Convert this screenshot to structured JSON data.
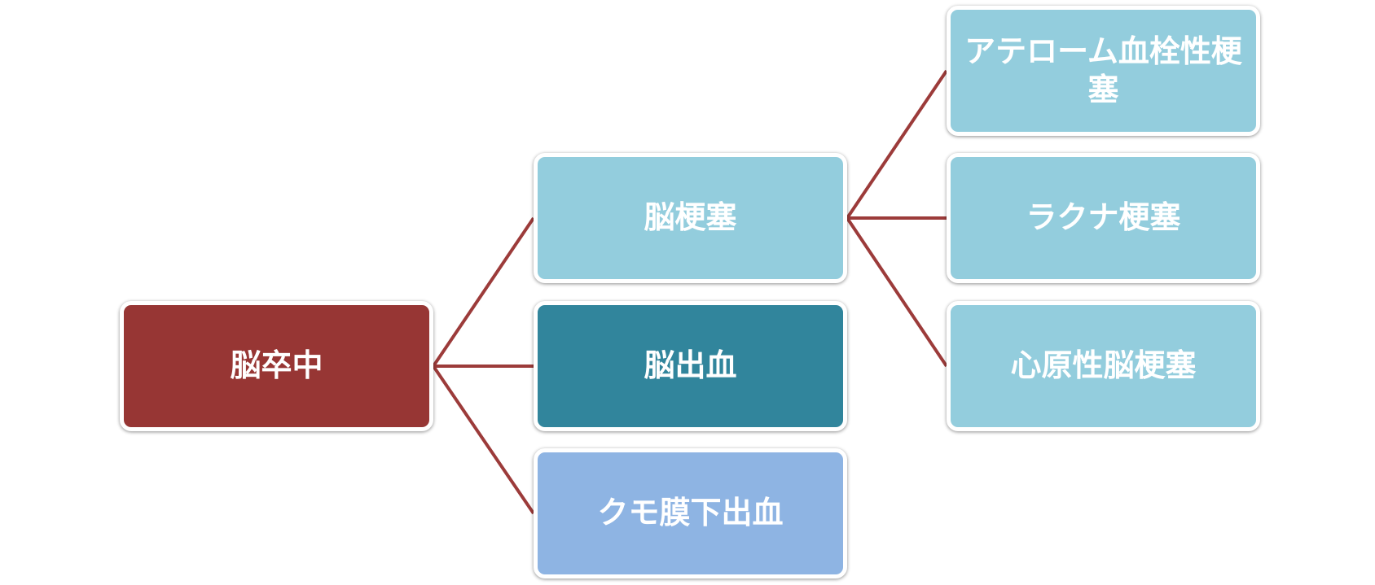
{
  "colors": {
    "root": "#973634",
    "level1_infarction": "#93CDDD",
    "level1_hemorrhage": "#31859C",
    "level1_sah": "#8EB4E3",
    "level2": "#93CDDD",
    "connector": "#9C3B3A"
  },
  "diagram": {
    "root": {
      "label": "脳卒中"
    },
    "infarction": {
      "label": "脳梗塞"
    },
    "hemorrhage": {
      "label": "脳出血"
    },
    "sah": {
      "label": "クモ膜下出血"
    },
    "atherothrombotic": {
      "label": "アテローム血栓性梗塞"
    },
    "lacunar": {
      "label": "ラクナ梗塞"
    },
    "cardioembolic": {
      "label": "心原性脳梗塞"
    }
  }
}
